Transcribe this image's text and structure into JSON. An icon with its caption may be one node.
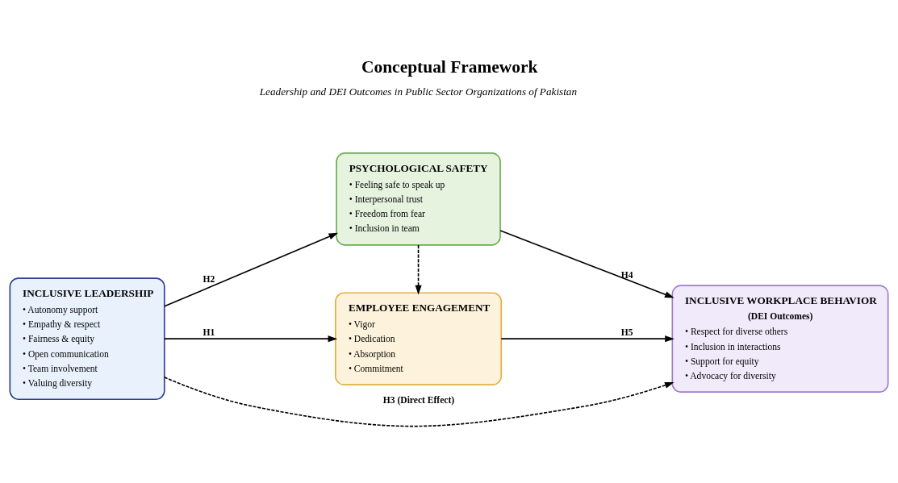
{
  "diagram": {
    "title": "Conceptual Framework",
    "nodes": [
      {
        "text": [
          "INCLUSIVE LEADERSHIP",
          "• Autonomy support",
          "• Empathy & respect",
          "• Fairness & equity",
          "• Open communication",
          "• Team involvement",
          "• Valuing diversity"
        ]
      },
      {
        "text": [
          "PSYCHOLOGICAL SAFETY",
          "• Feeling safe to speak up",
          "• Interpersonal trust",
          "• Freedom from fear",
          "• Inclusion in team"
        ]
      },
      {
        "text": [
          "EMPLOYEE ENGAGEMENT",
          "• Vigor",
          "• Dedication",
          "• Absorption",
          "• Commitment"
        ]
      },
      {
        "text": [
          "INCLUSIVE WORKPLACE BEHAVIOR",
          "(DEI Outcomes)",
          "• Respect for diverse others",
          "• Inclusion in interactions",
          "• Support for equity",
          "• Advocacy for diversity"
        ]
      }
    ],
    "edges": [
      {
        "from": 0,
        "to": 1,
        "arrow": "to",
        "label": "H2"
      },
      {
        "from": 0,
        "to": 3,
        "arrow": "to",
        "label": "H3 (Direct Effect)",
        "style": "dashed"
      },
      {
        "from": 0,
        "to": 2,
        "arrow": "to",
        "label": "H1"
      },
      {
        "from": 1,
        "to": 2,
        "arrow": "to",
        "style": "dashed"
      },
      {
        "from": 1,
        "to": 3,
        "arrow": "to",
        "label": "H4"
      },
      {
        "from": 2,
        "to": 3,
        "arrow": "to",
        "label": "H5"
      }
    ],
    "labels": [
      "Leadership and DEI Outcomes in Public Sector Organizations of Pakistan"
    ]
  }
}
